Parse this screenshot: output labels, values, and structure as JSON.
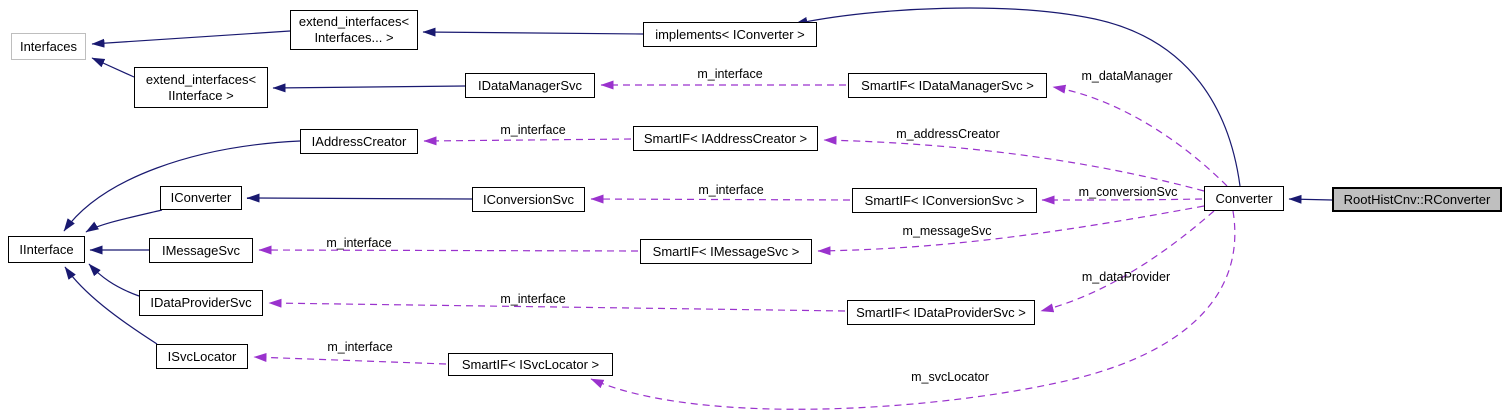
{
  "diagram": {
    "kind": "collaboration-graph",
    "focus_class": "RootHistCnv::RConverter",
    "colors": {
      "inheritance_edge": "#191970",
      "usage_edge": "#9a32cd",
      "node_border": "#000000",
      "node_fill": "#ffffff",
      "focus_node_fill": "#bfbfbf",
      "muted_node_border": "#bebebe",
      "background": "#ffffff",
      "label_text": "#000000"
    },
    "nodes": {
      "interfaces": {
        "label": "Interfaces"
      },
      "extend_interfaces_variadic": {
        "label_line1": "extend_interfaces<",
        "label_line2": "Interfaces... >"
      },
      "implements_iconverter": {
        "label": "implements< IConverter >"
      },
      "extend_interfaces_iinterface": {
        "label_line1": "extend_interfaces<",
        "label_line2": "IInterface >"
      },
      "idatamanagersvc": {
        "label": "IDataManagerSvc"
      },
      "smartif_idatamanagersvc": {
        "label": "SmartIF< IDataManagerSvc >"
      },
      "iaddresscreator": {
        "label": "IAddressCreator"
      },
      "smartif_iaddresscreator": {
        "label": "SmartIF< IAddressCreator >"
      },
      "iconverter": {
        "label": "IConverter"
      },
      "iconversionsvc": {
        "label": "IConversionSvc"
      },
      "smartif_iconversionsvc": {
        "label": "SmartIF< IConversionSvc >"
      },
      "iinterface": {
        "label": "IInterface"
      },
      "imessagesvc": {
        "label": "IMessageSvc"
      },
      "smartif_imessagesvc": {
        "label": "SmartIF< IMessageSvc >"
      },
      "idataprovidersvc": {
        "label": "IDataProviderSvc"
      },
      "smartif_idataprovidersvc": {
        "label": "SmartIF< IDataProviderSvc >"
      },
      "isvclocator": {
        "label": "ISvcLocator"
      },
      "smartif_isvclocator": {
        "label": "SmartIF< ISvcLocator >"
      },
      "converter": {
        "label": "Converter"
      },
      "rconverter": {
        "label": "RootHistCnv::RConverter"
      }
    },
    "edge_labels": {
      "interface_datamanager": "m_interface",
      "interface_addresscreator": "m_interface",
      "interface_conversionsvc": "m_interface",
      "interface_messagesvc": "m_interface",
      "interface_dataprovider": "m_interface",
      "interface_svclocator": "m_interface",
      "data_manager": "m_dataManager",
      "address_creator": "m_addressCreator",
      "conversion_svc": "m_conversionSvc",
      "message_svc": "m_messageSvc",
      "data_provider": "m_dataProvider",
      "svc_locator": "m_svcLocator"
    }
  }
}
